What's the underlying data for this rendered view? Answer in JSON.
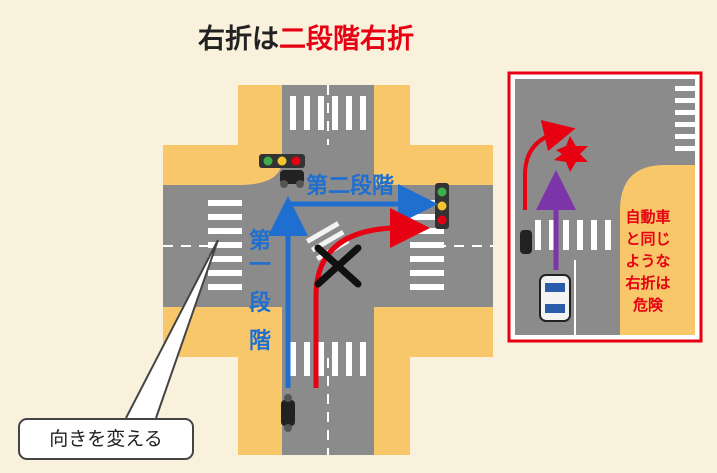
{
  "title": {
    "normal": "右折は",
    "highlight": "二段階右折"
  },
  "labels": {
    "stage_one": [
      "第",
      "一",
      "段",
      "階"
    ],
    "stage_two": "第二段階",
    "callout": "向きを変える",
    "warning_lines": [
      "自動車",
      "と同じ",
      "ような",
      "右折は",
      "危険"
    ]
  },
  "colors": {
    "background": "#f9f1dc",
    "sidewalk": "#f7c76a",
    "road": "#8a8a8a",
    "stage_arrow": "#1e6fd0",
    "danger_arrow": "#e60012",
    "inset_border": "#e60012",
    "purple_arrow": "#7b35a8"
  },
  "icons": [
    "traffic-light-icon",
    "motorcycle-icon",
    "car-icon",
    "collision-icon",
    "x-mark-icon"
  ]
}
